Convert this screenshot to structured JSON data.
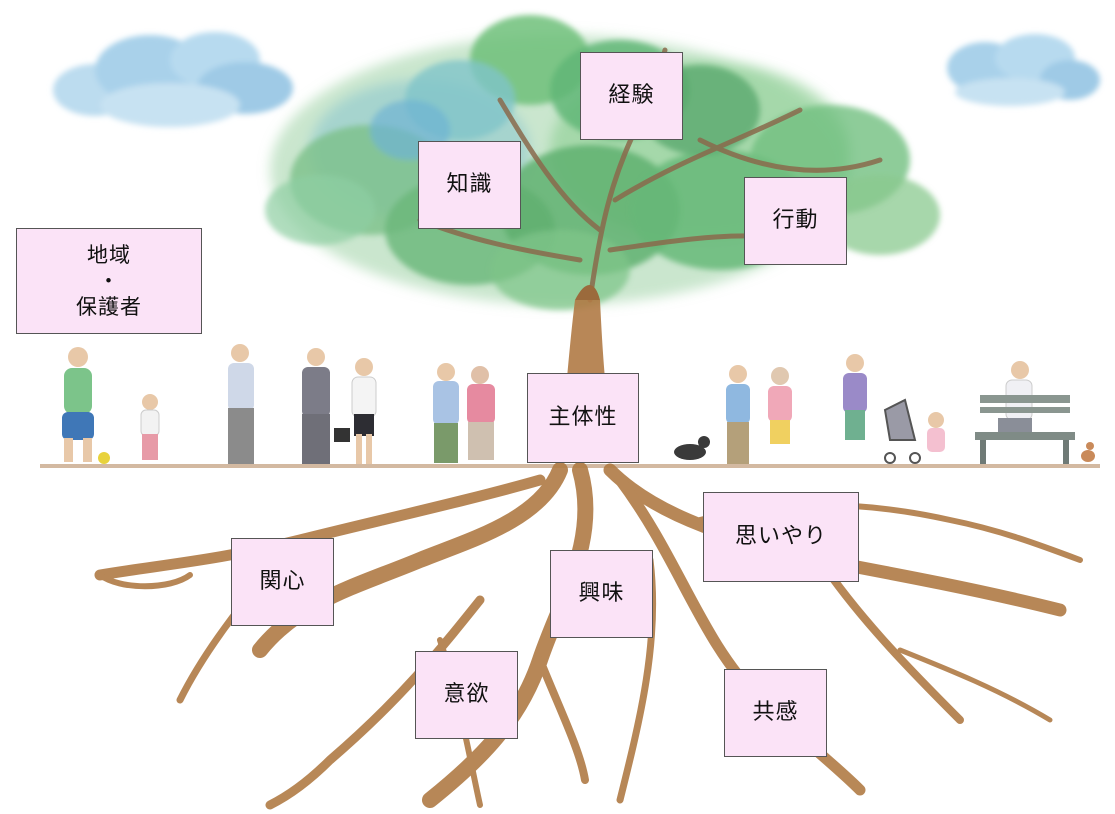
{
  "labels": {
    "region_guardians": "地域\n・\n保護者",
    "experience": "経験",
    "knowledge": "知識",
    "action": "行動",
    "initiative": "主体性",
    "consideration": "思いやり",
    "concern": "関心",
    "interest": "興味",
    "motivation": "意欲",
    "empathy": "共感"
  },
  "colors": {
    "label_fill": "#fbe3f7",
    "leaf_green": "#6fbf7a",
    "leaf_blue": "#7fb9d6",
    "trunk_brown": "#a9713e",
    "root_brown": "#b07b45",
    "cloud_blue": "#8fc3e2",
    "ground_brown": "#c8a88a"
  },
  "icons": [
    "cloud-icon",
    "tree-icon",
    "roots-icon",
    "people-icon",
    "dog-icon",
    "bench-icon",
    "stroller-icon",
    "cat-icon"
  ]
}
